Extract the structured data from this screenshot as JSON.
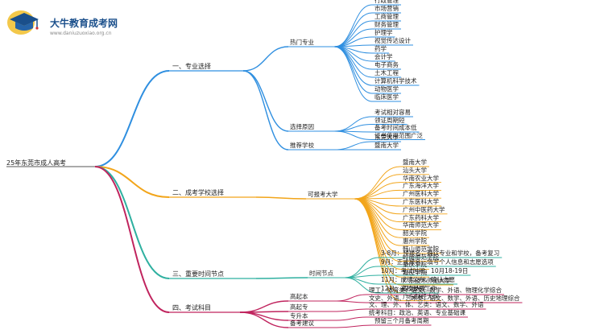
{
  "site": {
    "title": "大牛教育成考网",
    "url": "www.daniuzuoxiao.org.cn"
  },
  "root": "25年东莞市成人高考",
  "branches": [
    {
      "label": "一、专业选择",
      "color": "#2f8fe0",
      "groups": [
        {
          "label": "热门专业",
          "items": [
            "行政管理",
            "市场营销",
            "工商管理",
            "财务管理",
            "护理学",
            "视觉传达设计",
            "药学",
            "会计学",
            "电子商务",
            "土木工程",
            "计算机科学技术",
            "动物医学",
            "临床医学"
          ]
        },
        {
          "label": "选择原因",
          "items": [
            "考试相对容易",
            "领证周期短",
            "备考时间成本低",
            "证书使用范围广泛"
          ]
        },
        {
          "label": "推荐学校",
          "items": [
            "东莞大学",
            "暨南大学"
          ]
        }
      ]
    },
    {
      "label": "二、成考学校选择",
      "color": "#f2a51a",
      "groups": [
        {
          "label": "可报考大学",
          "items": [
            "暨南大学",
            "汕头大学",
            "华南农业大学",
            "广东海洋大学",
            "广州医科大学",
            "广东医科大学",
            "广州中医药大学",
            "广东药科大学",
            "华南师范大学",
            "韶关学院",
            "惠州学院",
            "韩山师范学院",
            "岭南师范学院",
            "肇庆学院",
            "嘉应学院",
            "广东技术师范大学",
            "深圳大学",
            "广东财经大学"
          ]
        }
      ]
    },
    {
      "label": "三、重要时间节点",
      "color": "#2fb0a0",
      "groups": [
        {
          "label": "时间节点",
          "items": [
            "3-8月：预报名，确认专业和学校，备考复习",
            "9月：正式报名，填写个人信息和志愿选项",
            "10月：考试时间，10月18-19日",
            "11月：成绩公布，确认志愿",
            "12月：高校录取工作"
          ]
        }
      ]
    },
    {
      "label": "四、考试科目",
      "color": "#c0245e",
      "groups": [
        {
          "label": "高起本",
          "items": [
            "理工、体育类：语文、数学、外语、物理化学综合",
            "文史、外语、艺术类：语文、数学、外语、历史地理综合"
          ]
        },
        {
          "label": "高起专",
          "items": [
            "文、理、外、体、艺类：语文、数学、外语"
          ]
        },
        {
          "label": "专升本",
          "items": [
            "统考科目：政治、英语、专业基础课"
          ]
        },
        {
          "label": "备考建议",
          "items": [
            "预留三个月备考周期"
          ]
        }
      ]
    }
  ]
}
